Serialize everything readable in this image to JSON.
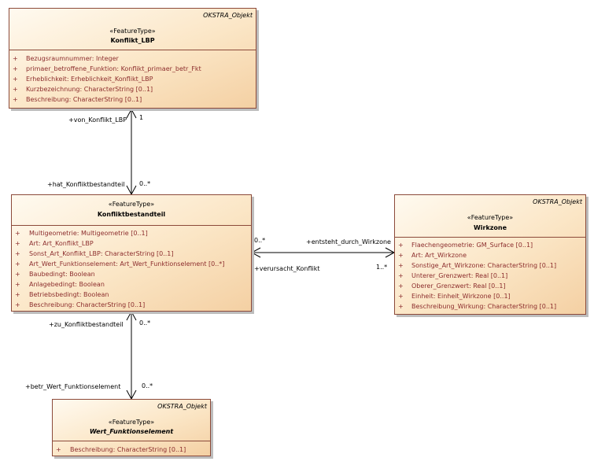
{
  "classes": {
    "konflikt_lbp": {
      "package": "OKSTRA_Objekt",
      "stereotype": "«FeatureType»",
      "name": "Konflikt_LBP",
      "attributes": [
        {
          "vis": "+",
          "text": "Bezugsraumnummer: Integer"
        },
        {
          "vis": "+",
          "text": "primaer_betroffene_Funktion: Konflikt_primaer_betr_Fkt"
        },
        {
          "vis": "+",
          "text": "Erheblichkeit: Erheblichkeit_Konflikt_LBP"
        },
        {
          "vis": "+",
          "text": "Kurzbezeichnung: CharacterString [0..1]"
        },
        {
          "vis": "+",
          "text": "Beschreibung: CharacterString [0..1]"
        }
      ]
    },
    "konfliktbestandteil": {
      "package": "",
      "stereotype": "«FeatureType»",
      "name": "Konfliktbestandteil",
      "attributes": [
        {
          "vis": "+",
          "text": "Multigeometrie: Multigeometrie [0..1]"
        },
        {
          "vis": "+",
          "text": "Art: Art_Konflikt_LBP"
        },
        {
          "vis": "+",
          "text": "Sonst_Art_Konflikt_LBP: CharacterString [0..1]"
        },
        {
          "vis": "+",
          "text": "Art_Wert_Funktionselement: Art_Wert_Funktionselement [0..*]"
        },
        {
          "vis": "+",
          "text": "Baubedingt: Boolean"
        },
        {
          "vis": "+",
          "text": "Anlagebedingt: Boolean"
        },
        {
          "vis": "+",
          "text": "Betriebsbedingt: Boolean"
        },
        {
          "vis": "+",
          "text": "Beschreibung: CharacterString [0..1]"
        }
      ]
    },
    "wirkzone": {
      "package": "OKSTRA_Objekt",
      "stereotype": "«FeatureType»",
      "name": "Wirkzone",
      "attributes": [
        {
          "vis": "+",
          "text": "Flaechengeometrie: GM_Surface [0..1]"
        },
        {
          "vis": "+",
          "text": "Art: Art_Wirkzone"
        },
        {
          "vis": "+",
          "text": "Sonstige_Art_Wirkzone: CharacterString [0..1]"
        },
        {
          "vis": "+",
          "text": "Unterer_Grenzwert: Real [0..1]"
        },
        {
          "vis": "+",
          "text": "Oberer_Grenzwert: Real [0..1]"
        },
        {
          "vis": "+",
          "text": "Einheit: Einheit_Wirkzone [0..1]"
        },
        {
          "vis": "+",
          "text": "Beschreibung_Wirkung: CharacterString [0..1]"
        }
      ]
    },
    "wert_funktionselement": {
      "package": "OKSTRA_Objekt",
      "stereotype": "«FeatureType»",
      "name": "Wert_Funktionselement",
      "attributes": [
        {
          "vis": "+",
          "text": "Beschreibung: CharacterString [0..1]"
        }
      ]
    }
  },
  "associations": {
    "a1": {
      "role_top": "+von_Konflikt_LBP",
      "mult_top": "1",
      "role_bottom": "+hat_Konfliktbestandteil",
      "mult_bottom": "0..*"
    },
    "a2": {
      "role_right": "+entsteht_durch_Wirkzone",
      "mult_left": "0..*",
      "role_left": "+verursacht_Konflikt",
      "mult_right": "1..*"
    },
    "a3": {
      "role_top": "+zu_Konfliktbestandteil",
      "mult_top": "0..*",
      "role_bottom": "+betr_Wert_Funktionselement",
      "mult_bottom": "0..*"
    }
  },
  "colors": {
    "border": "#8c4a3a",
    "attribute_text": "#8c2d2d",
    "fill_light": "#fffaf0",
    "fill_dark": "#f4d0a3"
  }
}
